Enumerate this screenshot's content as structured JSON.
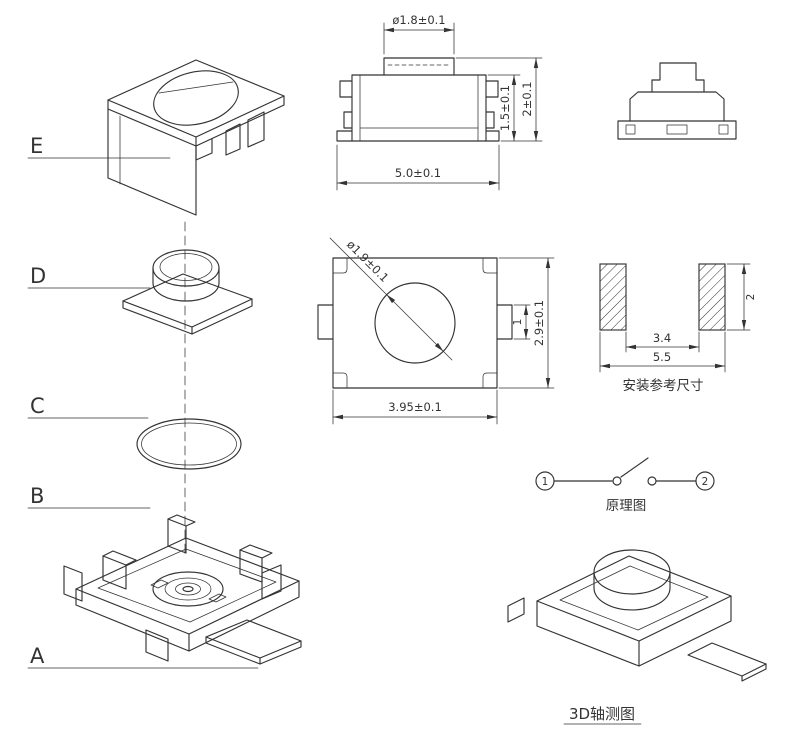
{
  "colors": {
    "ink": "#333333",
    "paper": "#ffffff"
  },
  "exploded_view": {
    "label_e": "E",
    "label_d": "D",
    "label_c": "C",
    "label_b": "B",
    "label_a": "A"
  },
  "front_view": {
    "dim_button_diameter": "ø1.8±0.1",
    "dim_body_height": "1.5±0.1",
    "dim_total_height": "2±0.1",
    "dim_total_width": "5.0±0.1"
  },
  "top_view": {
    "dim_hole_diameter": "ø1.9±0.1",
    "dim_tab_width": "1",
    "dim_body_depth": "2.9±0.1",
    "dim_body_width": "3.95±0.1"
  },
  "land_pattern": {
    "dim_pad_height": "2",
    "dim_inner_gap": "3.4",
    "dim_outer_span": "5.5",
    "caption": "安装参考尺寸"
  },
  "schematic": {
    "terminal_1": "1",
    "terminal_2": "2",
    "caption": "原理图"
  },
  "iso_view": {
    "caption": "3D轴测图"
  }
}
